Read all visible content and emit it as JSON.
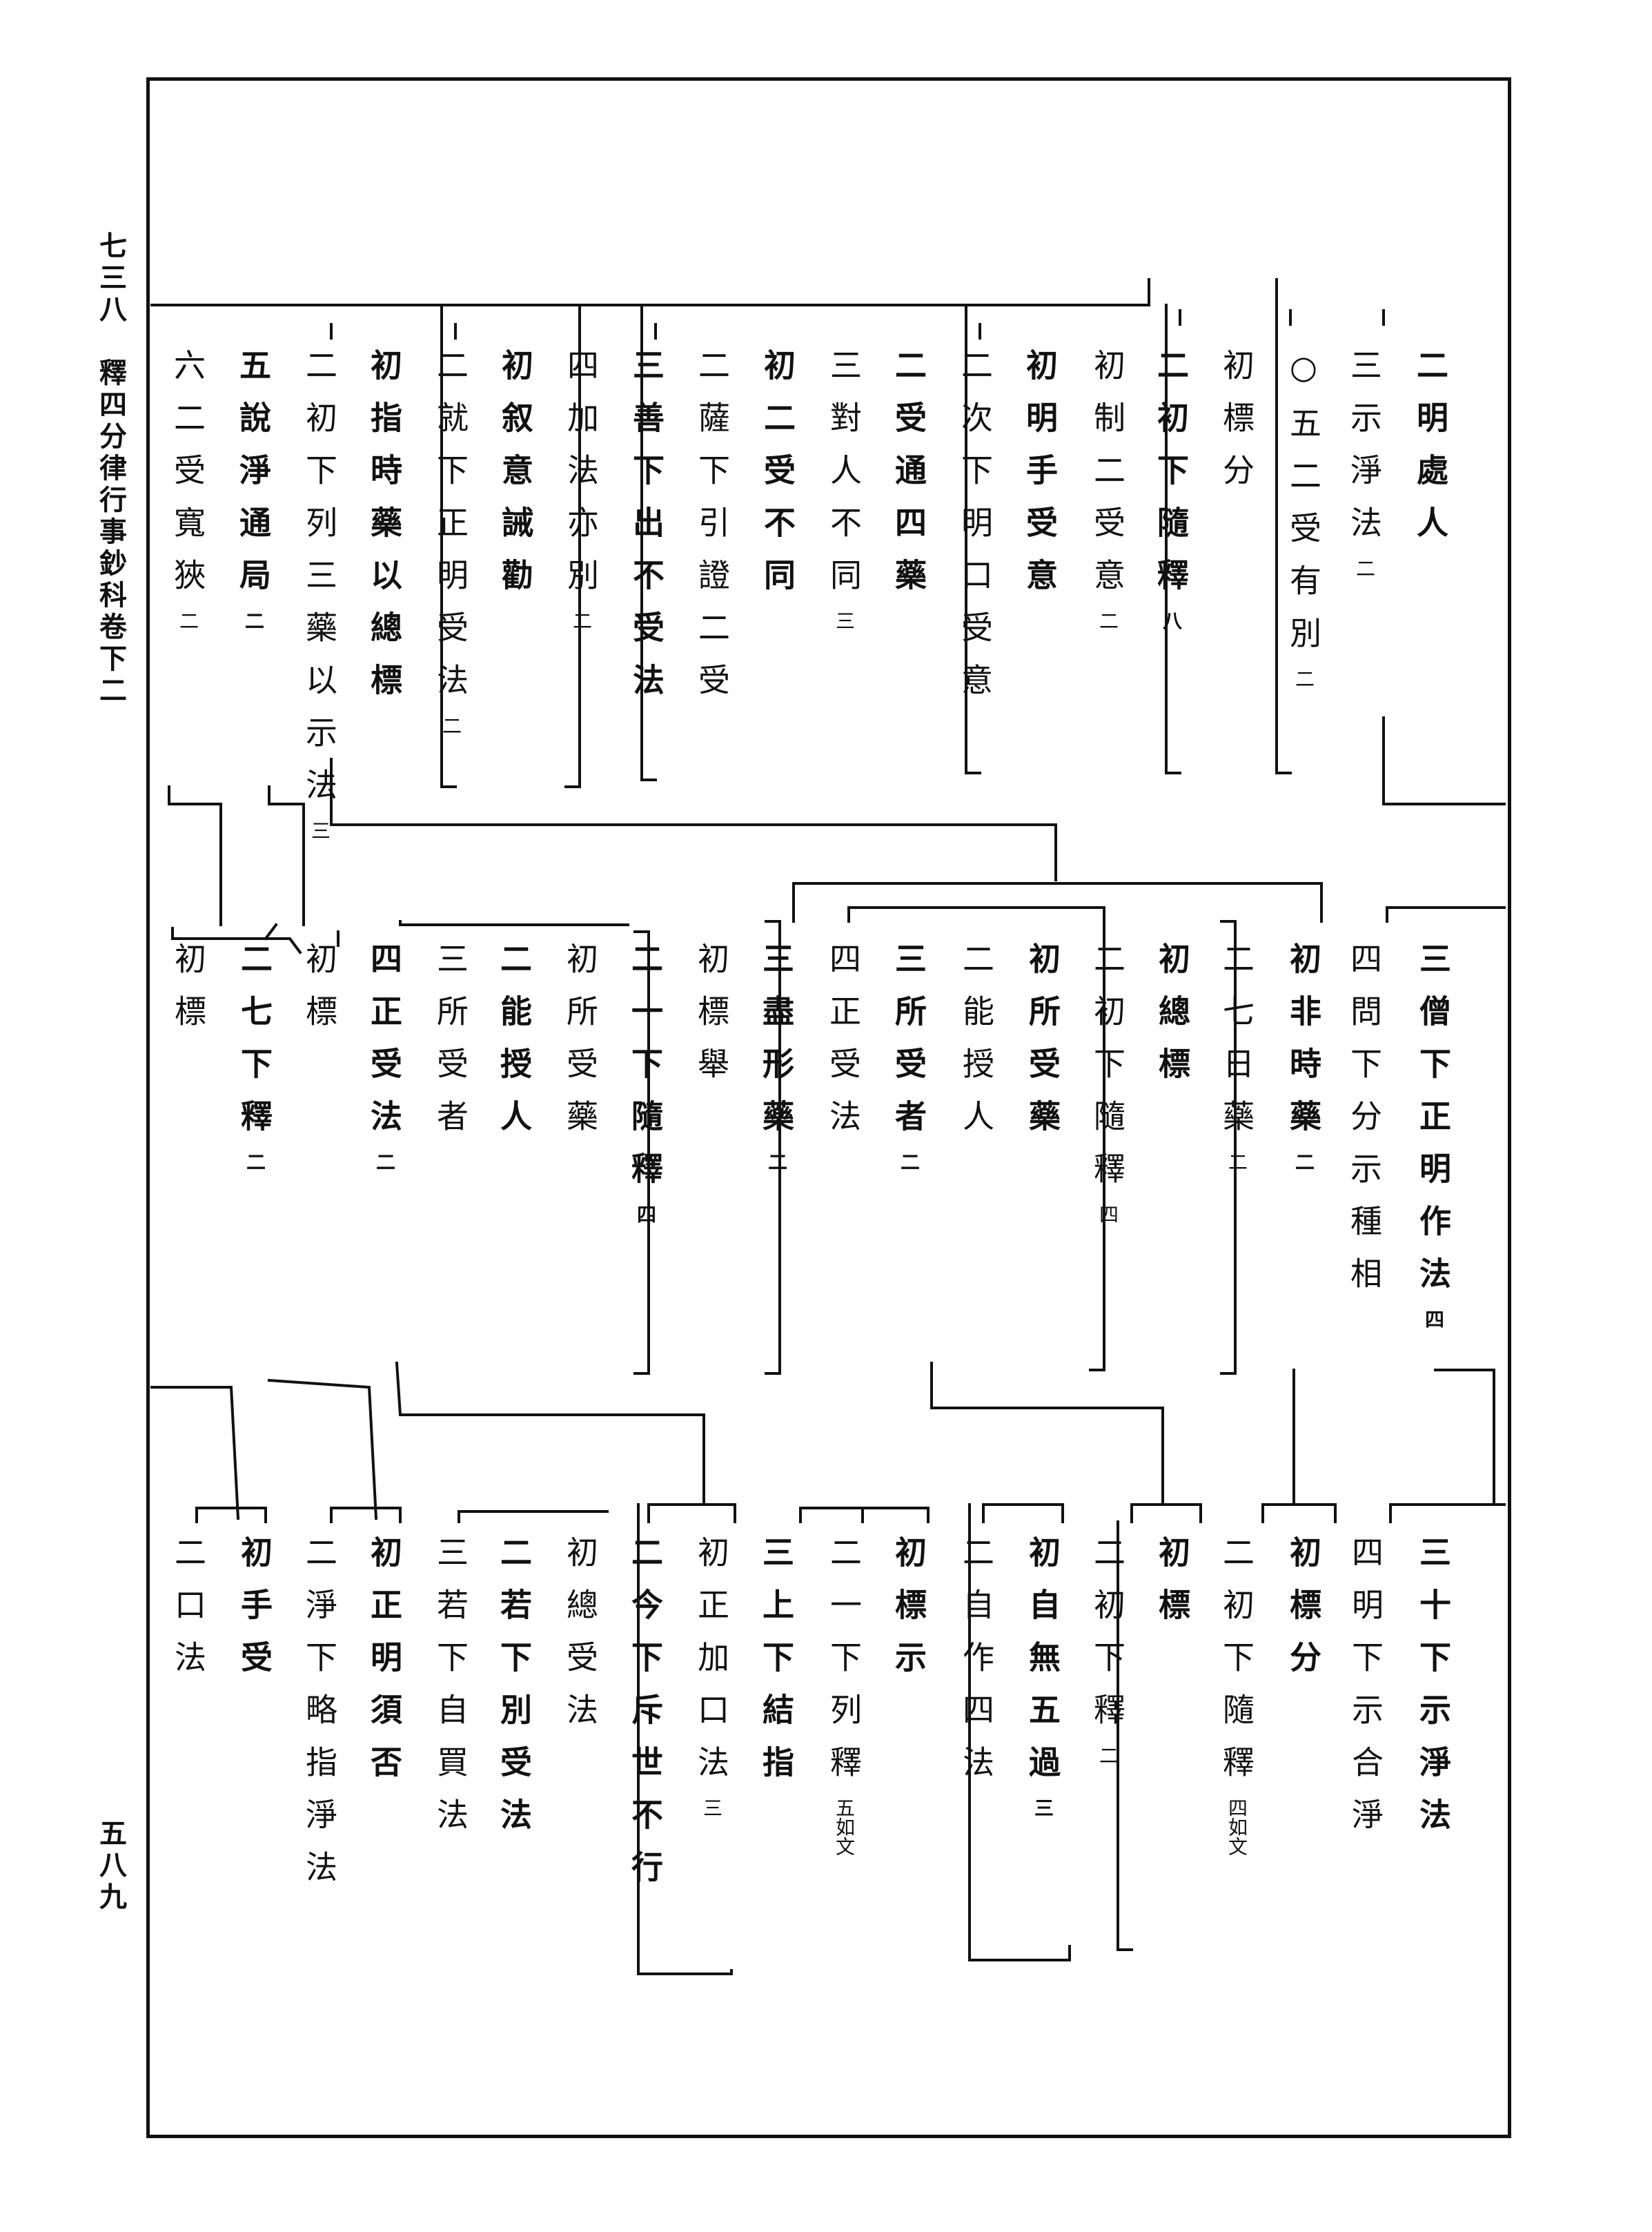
{
  "header": {
    "volume_title": "七三八　釋四分律行事鈔科卷下二",
    "page_number": "五八九"
  },
  "tiers": [
    {
      "columns": [
        {
          "text": "二明處人"
        },
        {
          "text": "三示淨法",
          "num": "二"
        },
        {
          "text": "○五二受有別",
          "num": "二"
        },
        {
          "text": "初標分"
        },
        {
          "text": "二初下隨釋",
          "num": "八"
        },
        {
          "text": "初制二受意",
          "num": "二"
        },
        {
          "text": "初明手受意"
        },
        {
          "text": "二次下明口受意"
        },
        {
          "text": "二受通四藥"
        },
        {
          "text": "三對人不同",
          "num": "三"
        },
        {
          "text": "初二受不同"
        },
        {
          "text": "二薩下引證二受"
        },
        {
          "text": "三善下出不受法"
        },
        {
          "text": "四加法亦別",
          "num": "二"
        },
        {
          "text": "初叙意誡勸"
        },
        {
          "text": "二就下正明受法",
          "num": "二"
        },
        {
          "text": "初指時藥以總標"
        },
        {
          "text": "二初下列三藥以示法",
          "num": "三"
        },
        {
          "text": "五說淨通局",
          "num": "二"
        },
        {
          "text": "六二受寬狹",
          "num": "二"
        }
      ]
    },
    {
      "columns": [
        {
          "text": "三僧下正明作法",
          "num": "四"
        },
        {
          "text": "四問下分示種相"
        },
        {
          "text": "初非時藥",
          "num": "二"
        },
        {
          "text": "二七日藥",
          "num": "二"
        },
        {
          "text": "初總標"
        },
        {
          "text": "二初下隨釋",
          "num": "四"
        },
        {
          "text": "初所受藥"
        },
        {
          "text": "二能授人"
        },
        {
          "text": "三所受者",
          "num": "二"
        },
        {
          "text": "四正受法"
        },
        {
          "text": "三盡形藥",
          "num": "二"
        },
        {
          "text": "初標舉"
        },
        {
          "text": "二一下隨釋",
          "num": "四"
        },
        {
          "text": "初所受藥"
        },
        {
          "text": "二能授人"
        },
        {
          "text": "三所受者"
        },
        {
          "text": "四正受法",
          "num": "二"
        },
        {
          "text": "初標"
        },
        {
          "text": "二七下釋",
          "num": "二"
        },
        {
          "text": "初標"
        }
      ]
    },
    {
      "columns": [
        {
          "text": "三十下示淨法"
        },
        {
          "text": "四明下示合淨"
        },
        {
          "text": "初標分"
        },
        {
          "text": "二初下隨釋",
          "num": "四",
          "note": "如文"
        },
        {
          "text": "初標"
        },
        {
          "text": "二初下釋",
          "num": "二"
        },
        {
          "text": "初自無五過",
          "num": "三"
        },
        {
          "text": "二自作四法"
        },
        {
          "text": "初標示"
        },
        {
          "text": "二一下列釋",
          "num": "五",
          "note": "如文"
        },
        {
          "text": "三上下結指"
        },
        {
          "text": "初正加口法",
          "num": "三"
        },
        {
          "text": "二今下斥世不行"
        },
        {
          "text": "初總受法"
        },
        {
          "text": "二若下別受法"
        },
        {
          "text": "三若下自買法"
        },
        {
          "text": "初正明須否"
        },
        {
          "text": "二淨下略指淨法"
        },
        {
          "text": "初手受"
        },
        {
          "text": "二口法"
        }
      ]
    }
  ]
}
